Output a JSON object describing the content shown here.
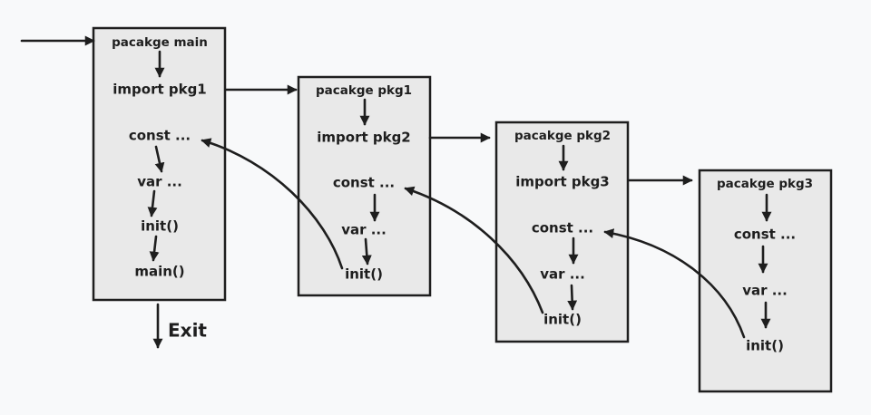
{
  "packages": [
    {
      "id": "main",
      "title": "pacakge main",
      "import_label": "import pkg1",
      "const_label": "const ...",
      "var_label": "var ...",
      "init_label": "init()",
      "main_label": "main()"
    },
    {
      "id": "pkg1",
      "title": "pacakge pkg1",
      "import_label": "import pkg2",
      "const_label": "const ...",
      "var_label": "var ...",
      "init_label": "init()"
    },
    {
      "id": "pkg2",
      "title": "pacakge pkg2",
      "import_label": "import pkg3",
      "const_label": "const ...",
      "var_label": "var ...",
      "init_label": "init()"
    },
    {
      "id": "pkg3",
      "title": "pacakge pkg3",
      "const_label": "const ...",
      "var_label": "var ...",
      "init_label": "init()"
    }
  ],
  "exit_label": "Exit",
  "colors": {
    "background": "#f8f9fa",
    "box_fill": "#e9e9e9",
    "stroke": "#1e1e1e"
  }
}
